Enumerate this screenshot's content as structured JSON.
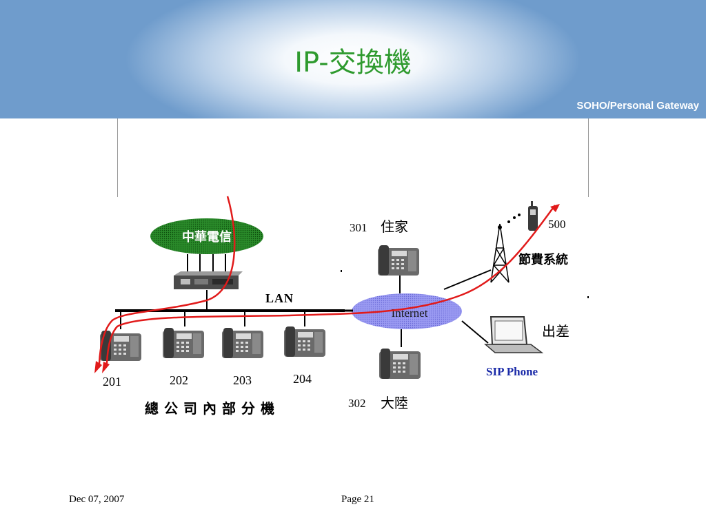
{
  "slide": {
    "title": "IP-交換機",
    "subtitle": "SOHO/Personal Gateway"
  },
  "diagram": {
    "isp_label": "中華電信",
    "lan_label": "LAN",
    "internet_label": "Internet",
    "extensions": [
      "201",
      "202",
      "203",
      "204"
    ],
    "group_label": "總公司內部分機",
    "home_ext": "301",
    "home_label": "住家",
    "mainland_ext": "302",
    "mainland_label": "大陸",
    "mobile_ext": "500",
    "billing_label": "節費系統",
    "travel_label": "出差",
    "sip_label": "SIP Phone",
    "colors": {
      "isp_oval": "#1f7a1f",
      "internet_oval": "#8c8cf0",
      "route": "#e11a1a",
      "sip_text": "#1a2aa8"
    }
  },
  "footer": {
    "date": "Dec 07, 2007",
    "page": "Page 21"
  }
}
